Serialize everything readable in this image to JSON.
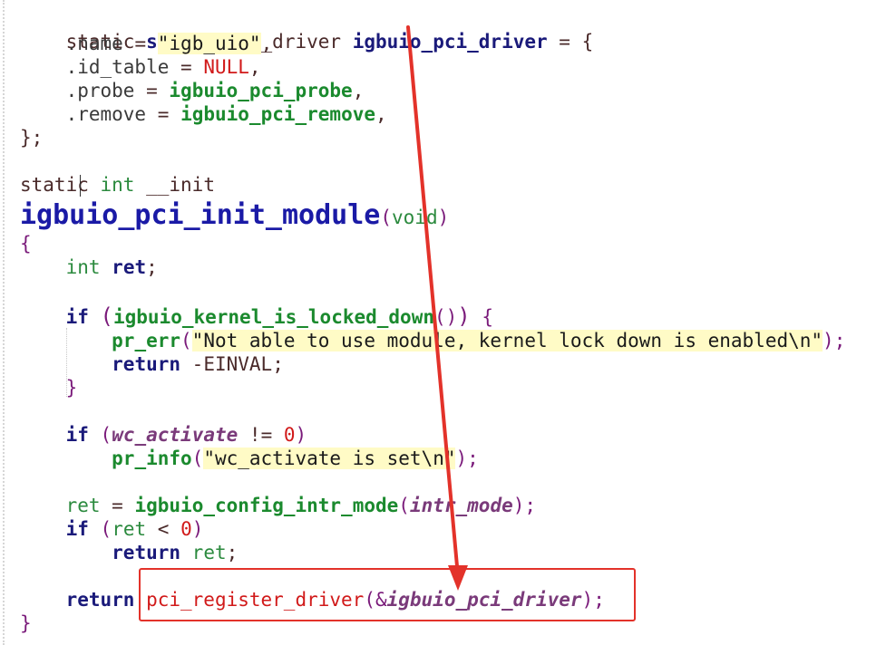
{
  "code": {
    "l1": {
      "static": "static",
      "struct": "struct",
      "type": "pci_driver",
      "name": "igbuio_pci_driver",
      "eq": "=",
      "brace": "{"
    },
    "l2": {
      "field": ".name",
      "eq": "=",
      "value": "\"igb_uio\"",
      "comma": ","
    },
    "l3": {
      "field": ".id_table",
      "eq": "=",
      "value": "NULL",
      "comma": ","
    },
    "l4": {
      "field": ".probe",
      "eq": "=",
      "value": "igbuio_pci_probe",
      "comma": ","
    },
    "l5": {
      "field": ".remove",
      "eq": "=",
      "value": "igbuio_pci_remove",
      "comma": ","
    },
    "l6": {
      "text": "};"
    },
    "l7": {
      "static": "static",
      "int": "int",
      "init": "__init"
    },
    "l8": {
      "fname": "igbuio_pci_init_module",
      "open": "(",
      "void": "void",
      "close": ")"
    },
    "l9": {
      "text": "{"
    },
    "l10": {
      "type": "int",
      "var": "ret",
      "semi": ";"
    },
    "l11": {
      "kw": "if",
      "open": "(",
      "call": "igbuio_kernel_is_locked_down",
      "args": "()",
      "close": ")",
      "brace": "{"
    },
    "l12": {
      "call": "pr_err",
      "open": "(",
      "str": "\"Not able to use module, kernel lock down is enabled\\n\"",
      "close": ");"
    },
    "l13": {
      "kw": "return",
      "val": "-EINVAL",
      "semi": ";"
    },
    "l14": {
      "text": "}"
    },
    "l15": {
      "kw": "if",
      "open": "(",
      "param": "wc_activate",
      "op": "!=",
      "num": "0",
      "close": ")"
    },
    "l16": {
      "call": "pr_info",
      "open": "(",
      "str": "\"wc_activate is set\\n\"",
      "close": ");"
    },
    "l17": {
      "var": "ret",
      "eq": "=",
      "call": "igbuio_config_intr_mode",
      "open": "(",
      "param": "intr_mode",
      "close": ");"
    },
    "l18": {
      "kw": "if",
      "open": "(",
      "var": "ret",
      "op": "<",
      "num": "0",
      "close": ")"
    },
    "l19": {
      "kw": "return",
      "var": "ret",
      "semi": ";"
    },
    "l20": {
      "kw": "return",
      "call": "pci_register_driver",
      "open": "(&",
      "param": "igbuio_pci_driver",
      "close": ");"
    },
    "l21": {
      "text": "}"
    }
  },
  "annotation": {
    "box_color": "#e3322a",
    "arrow_color": "#e3322a"
  }
}
